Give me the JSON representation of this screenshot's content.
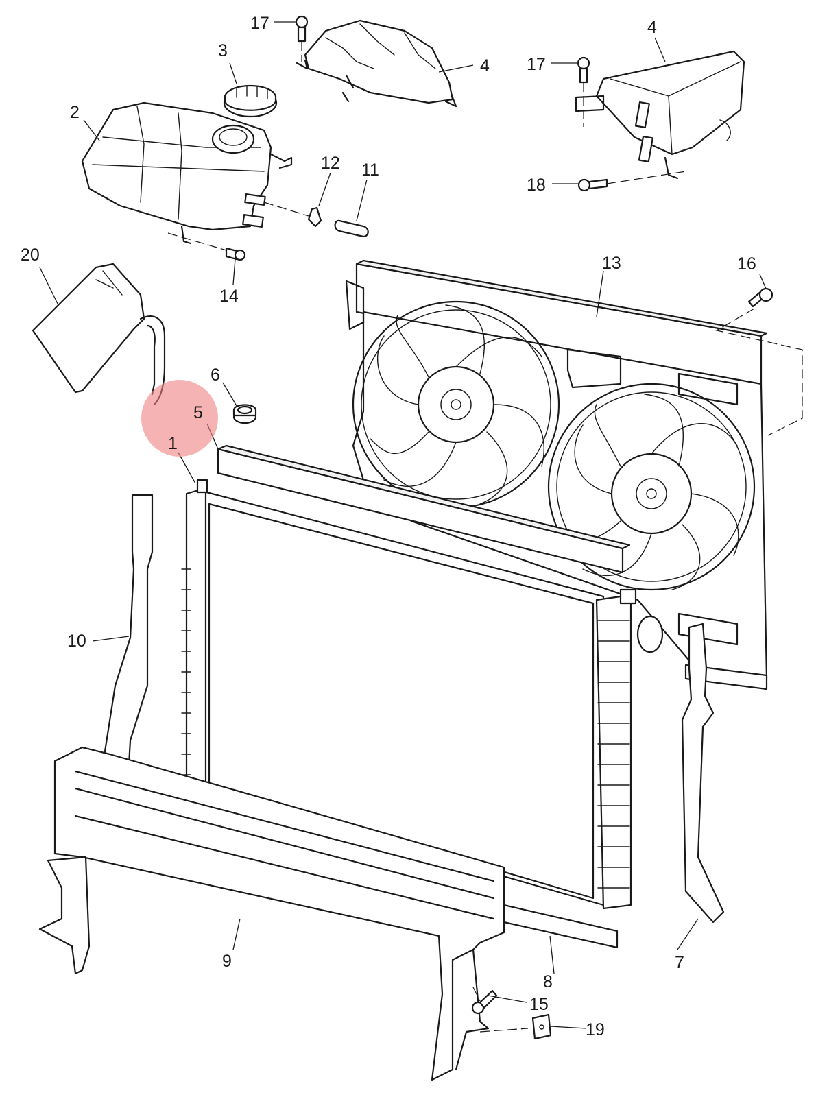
{
  "labels": {
    "p1": "1",
    "p2": "2",
    "p3": "3",
    "p4a": "4",
    "p4b": "4",
    "p5": "5",
    "p6": "6",
    "p7": "7",
    "p8": "8",
    "p9": "9",
    "p10": "10",
    "p11": "11",
    "p12": "12",
    "p13": "13",
    "p14": "14",
    "p15": "15",
    "p16": "16",
    "p17a": "17",
    "p17b": "17",
    "p18": "18",
    "p19": "19",
    "p20": "20"
  },
  "colors": {
    "stroke": "#1a1a1a",
    "highlight": "#f08080",
    "background": "#ffffff"
  }
}
